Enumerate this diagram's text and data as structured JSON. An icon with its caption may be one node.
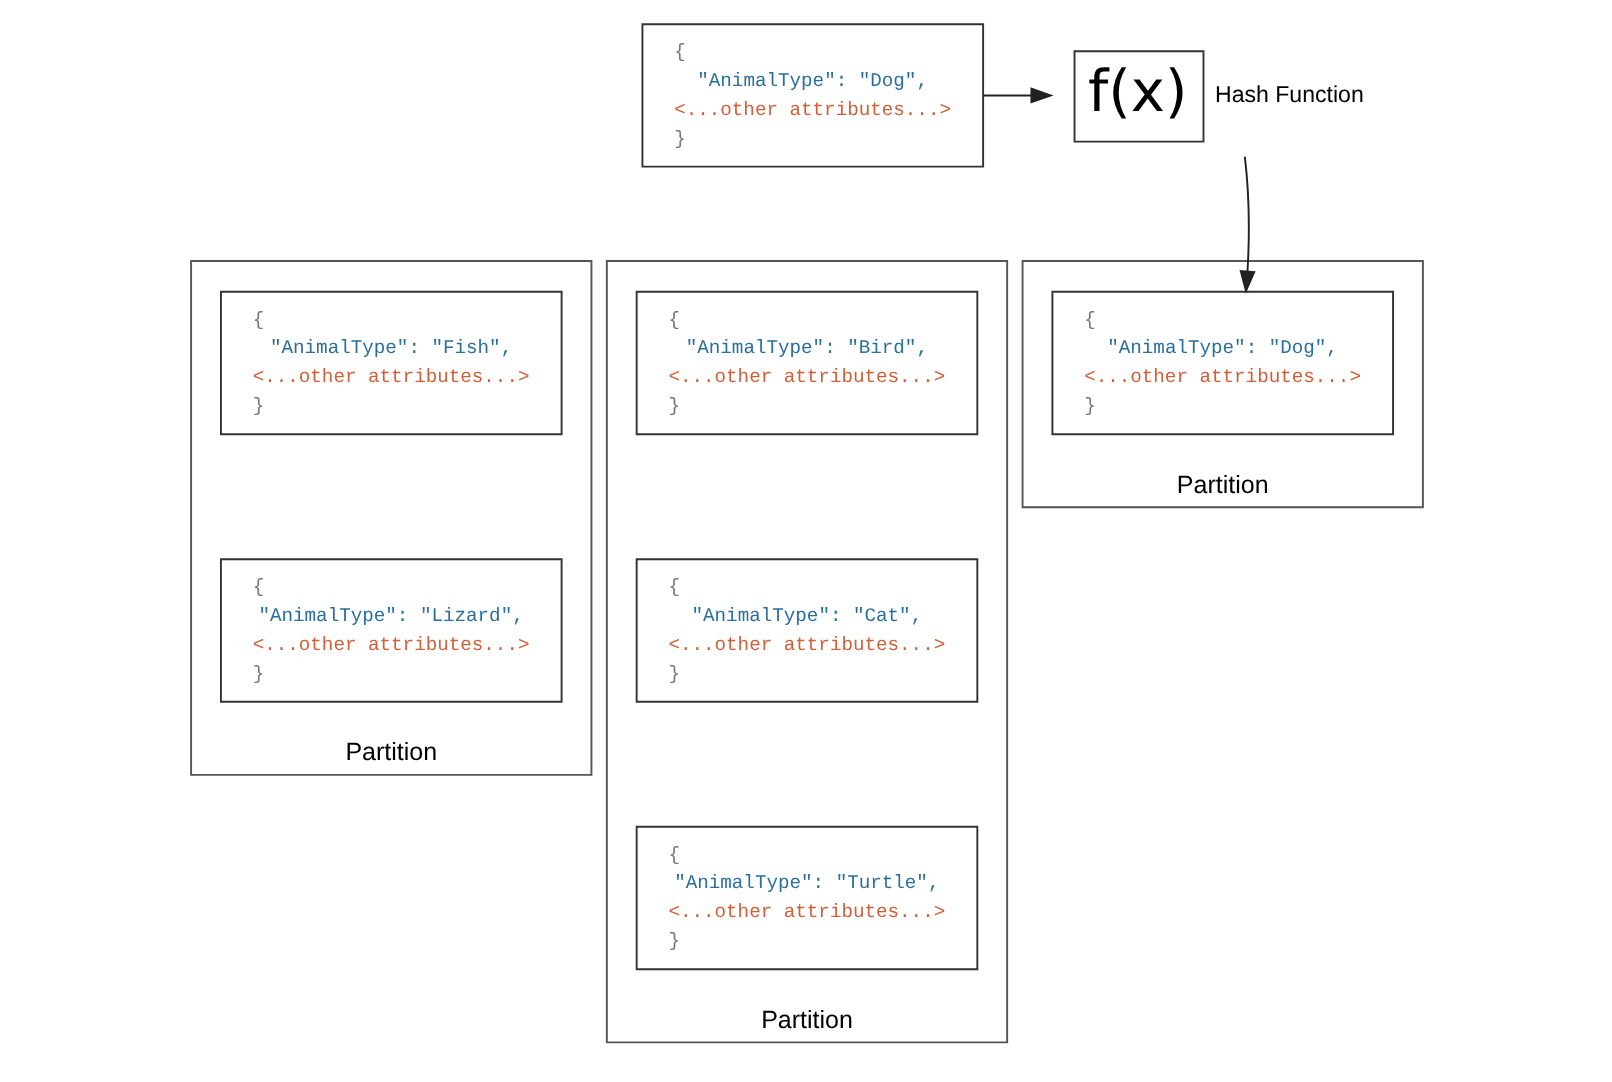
{
  "diagram": {
    "nodes": [
      {
        "text": [
          "{",
          "\"AnimalType\": \"Dog\",",
          "<...other attributes...>",
          "}"
        ]
      },
      {
        "text": [
          "f(x)"
        ],
        "beside": [
          "Hash Function"
        ]
      },
      {
        "text": [
          "Partition"
        ]
      },
      {
        "text": [
          "{",
          "\"AnimalType\": \"Fish\",",
          "<...other attributes...>",
          "}"
        ],
        "in": 2
      },
      {
        "text": [
          "{",
          "\"AnimalType\": \"Lizard\",",
          "<...other attributes...>",
          "}"
        ],
        "in": 2
      },
      {
        "text": [
          "Partition"
        ]
      },
      {
        "text": [
          "{",
          "\"AnimalType\": \"Bird\",",
          "<...other attributes...>",
          "}"
        ],
        "in": 5
      },
      {
        "text": [
          "{",
          "\"AnimalType\": \"Cat\",",
          "<...other attributes...>",
          "}"
        ],
        "in": 5
      },
      {
        "text": [
          "{",
          "\"AnimalType\": \"Turtle\",",
          "<...other attributes...>",
          "}"
        ],
        "in": 5
      },
      {
        "text": [
          "Partition"
        ]
      },
      {
        "text": [
          "{",
          "\"AnimalType\": \"Dog\",",
          "<...other attributes...>",
          "}"
        ],
        "in": 9
      }
    ],
    "edges": [
      {
        "from": 0,
        "to": 1,
        "arrow": "to"
      },
      {
        "from": 1,
        "to": 10,
        "arrow": "to"
      }
    ]
  }
}
